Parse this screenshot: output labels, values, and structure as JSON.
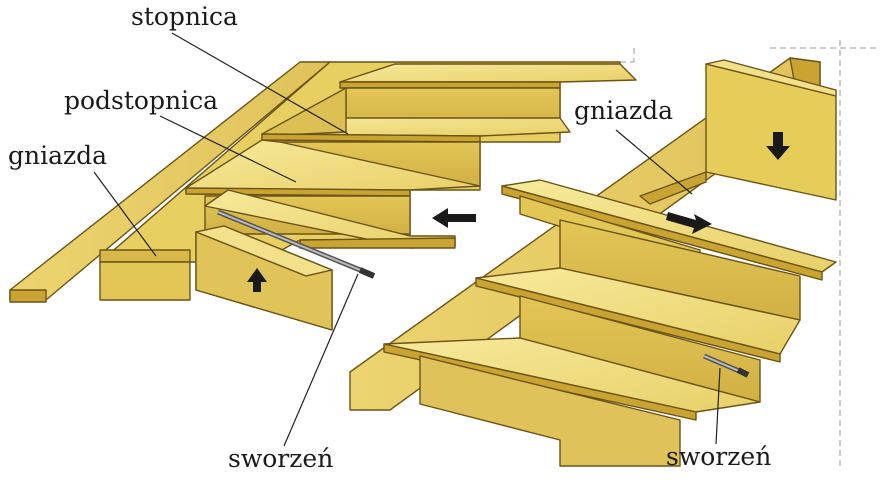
{
  "colors": {
    "wood_light": "#f3e28a",
    "wood_mid": "#e6cd5a",
    "wood_dark": "#c9a432",
    "edge": "#6b5418",
    "shadow": "#a8842a",
    "arrow": "#1a1a1a",
    "dash": "#9a9a9a"
  },
  "labels": {
    "stopnica": "stopnica",
    "podstopnica": "podstopnica",
    "gniazda_left": "gniazda",
    "gniazda_right": "gniazda",
    "sworzen_left": "sworzeń",
    "sworzen_right": "sworzeń"
  },
  "icons": {
    "arrow_up": "arrow-up-icon",
    "arrow_left": "arrow-left-icon",
    "arrow_right": "arrow-right-icon",
    "arrow_down": "arrow-down-icon"
  }
}
